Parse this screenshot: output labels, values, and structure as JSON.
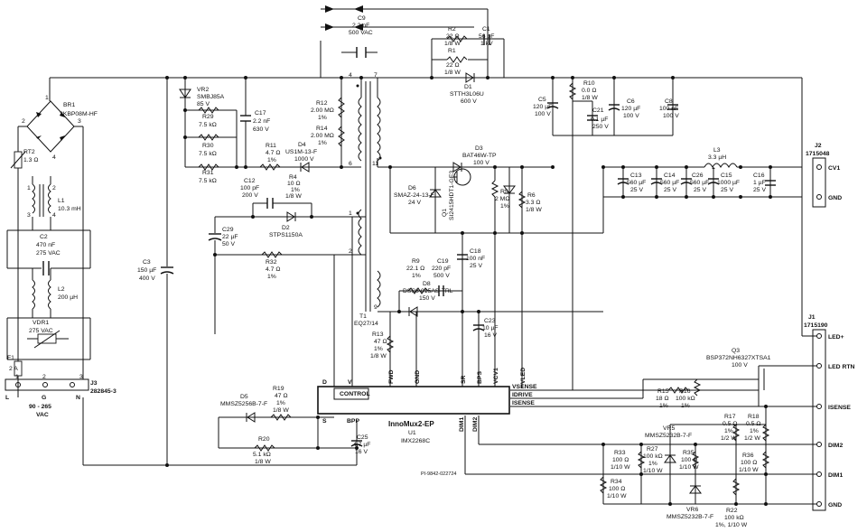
{
  "components": {
    "c9": {
      "ref": "C9",
      "value": "2.2 nF",
      "rating": "500 VAC"
    },
    "r2": {
      "ref": "R2",
      "value": "22 Ω",
      "rating": "1/8 W"
    },
    "c1": {
      "ref": "C1",
      "value": "56 pF",
      "rating": "1 kV"
    },
    "r1": {
      "ref": "R1",
      "value": "22 Ω",
      "rating": "1/8 W"
    },
    "d1": {
      "ref": "D1",
      "part": "STTH3L06U",
      "rating": "600 V"
    },
    "br1": {
      "ref": "BR1",
      "part": "2KBP08M-HF"
    },
    "vr2": {
      "ref": "VR2",
      "part": "SMBJ85A",
      "rating": "85 V"
    },
    "r29": {
      "ref": "R29",
      "value": "7.5 kΩ"
    },
    "r30": {
      "ref": "R30",
      "value": "7.5 kΩ"
    },
    "r31": {
      "ref": "R31",
      "value": "7.5 kΩ"
    },
    "c17": {
      "ref": "C17",
      "value": "2.2 nF",
      "rating": "630 V"
    },
    "r12": {
      "ref": "R12",
      "value": "2.00 MΩ",
      "tol": "1%"
    },
    "r14": {
      "ref": "R14",
      "value": "2.00 MΩ",
      "tol": "1%"
    },
    "r11": {
      "ref": "R11",
      "value": "4.7 Ω",
      "tol": "1%"
    },
    "d4": {
      "ref": "D4",
      "part": "US1M-13-F",
      "rating": "1000 V"
    },
    "r4": {
      "ref": "R4",
      "value": "10 Ω",
      "tol": "1%",
      "rating": "1/8 W"
    },
    "c12": {
      "ref": "C12",
      "value": "100 pF",
      "rating": "200 V"
    },
    "d2": {
      "ref": "D2",
      "part": "STPS1150A"
    },
    "c29": {
      "ref": "C29",
      "value": "22 µF",
      "rating": "50 V"
    },
    "r32": {
      "ref": "R32",
      "value": "4.7 Ω",
      "tol": "1%"
    },
    "rt2": {
      "ref": "RT2",
      "value": "1.3 Ω"
    },
    "l1": {
      "ref": "L1",
      "value": "10.3 mH"
    },
    "c2": {
      "ref": "C2",
      "value": "470 nF",
      "rating": "275 VAC"
    },
    "l2": {
      "ref": "L2",
      "value": "200 µH"
    },
    "vdr1": {
      "ref": "VDR1",
      "rating": "275 VAC"
    },
    "f1": {
      "ref": "F1",
      "value": "2 A"
    },
    "j3": {
      "ref": "J3",
      "part": "282845-3",
      "pins": [
        "L",
        "G",
        "N"
      ],
      "nums": [
        "1",
        "2",
        "3"
      ],
      "range": "90 - 265",
      "unit": "VAC"
    },
    "c3": {
      "ref": "C3",
      "value": "150 µF",
      "rating": "400 V"
    },
    "t1": {
      "ref": "T1",
      "part": "EQ27/14",
      "pins": [
        "4",
        "7",
        "6",
        "11",
        "1",
        "2",
        "9"
      ]
    },
    "d3": {
      "ref": "D3",
      "part": "BAT46W-TP",
      "rating": "100 V"
    },
    "d6": {
      "ref": "D6",
      "part": "SMAZ-24-13-F",
      "rating": "24 V"
    },
    "q1": {
      "ref": "Q1",
      "part": "SI2415HDT1-GE3"
    },
    "r5": {
      "ref": "R5",
      "value": "2 MΩ",
      "tol": "1%"
    },
    "r6": {
      "ref": "R6",
      "value": "3.3 Ω",
      "rating": "1/8 W"
    },
    "r10": {
      "ref": "R10",
      "value": "0.0 Ω",
      "rating": "1/8 W"
    },
    "c5": {
      "ref": "C5",
      "value": "120 µF",
      "rating": "100 V"
    },
    "c21": {
      "ref": "C21",
      "value": "0.1 µF",
      "rating": "250 V"
    },
    "c6": {
      "ref": "C6",
      "value": "120 µF",
      "rating": "100 V"
    },
    "c8": {
      "ref": "C8",
      "value": "100 nF",
      "rating": "100 V"
    },
    "l3": {
      "ref": "L3",
      "value": "3.3 µH"
    },
    "c13": {
      "ref": "C13",
      "value": "560 µF",
      "rating": "25 V"
    },
    "c14": {
      "ref": "C14",
      "value": "560 µF",
      "rating": "25 V"
    },
    "c26": {
      "ref": "C26",
      "value": "560 µF",
      "rating": "25 V"
    },
    "c15": {
      "ref": "C15",
      "value": "1000 µF",
      "rating": "25 V"
    },
    "c16": {
      "ref": "C16",
      "value": "1 µF",
      "rating": "25 V"
    },
    "j2": {
      "ref": "J2",
      "part": "1715048",
      "pins": [
        "CV1",
        "GND"
      ]
    },
    "r9": {
      "ref": "R9",
      "value": "22.1 Ω",
      "tol": "1%"
    },
    "c19": {
      "ref": "C19",
      "value": "220 pF",
      "rating": "500 V"
    },
    "c18": {
      "ref": "C18",
      "value": "100 nF",
      "rating": "25 V"
    },
    "d8": {
      "ref": "D8",
      "part": "DSS6-015AS-TRL",
      "rating": "150 V"
    },
    "r13": {
      "ref": "R13",
      "value": "47 Ω",
      "tol": "1%",
      "rating": "1/8 W"
    },
    "c23": {
      "ref": "C23",
      "value": "10 µF",
      "rating": "16 V"
    },
    "u1": {
      "ref": "U1",
      "name": "InnoMux2-EP",
      "part": "IMX2268C",
      "control": "CONTROL",
      "pins": [
        "D",
        "S",
        "V",
        "FWD",
        "GND",
        "SR",
        "BPS",
        "VCV1",
        "VLED",
        "VSENSE",
        "IDRIVE",
        "ISENSE",
        "DIM1",
        "DIM2",
        "BPP"
      ]
    },
    "d5": {
      "ref": "D5",
      "part": "MMSZ5256B-7-F"
    },
    "r19": {
      "ref": "R19",
      "value": "47 Ω",
      "tol": "1%",
      "rating": "1/8 W"
    },
    "r20": {
      "ref": "R20",
      "value": "5.1 kΩ",
      "rating": "1/8 W"
    },
    "c25": {
      "ref": "C25",
      "value": "4.7 µF",
      "rating": "16 V"
    },
    "j1": {
      "ref": "J1",
      "part": "1715190",
      "pins": [
        "LED+",
        "LED RTN",
        "ISENSE",
        "DIM2",
        "DIM1",
        "GND"
      ]
    },
    "q3": {
      "ref": "Q3",
      "part": "BSP372NH6327XTSA1",
      "rating": "100 V"
    },
    "r15": {
      "ref": "R15",
      "value": "18 Ω",
      "tol": "1%"
    },
    "r16": {
      "ref": "R16",
      "value": "100 kΩ",
      "tol": "1%"
    },
    "r17": {
      "ref": "R17",
      "value": "0.5 Ω",
      "tol": "1%",
      "rating": "1/2 W"
    },
    "r18": {
      "ref": "R18",
      "value": "0.5 Ω",
      "tol": "1%",
      "rating": "1/2 W"
    },
    "vr5": {
      "ref": "VR5",
      "part": "MMSZ5232B-7-F"
    },
    "r33": {
      "ref": "R33",
      "value": "100 Ω",
      "rating": "1/10 W"
    },
    "r27": {
      "ref": "R27",
      "value": "100 kΩ",
      "tol": "1%",
      "rating": "1/10 W"
    },
    "r35": {
      "ref": "R35",
      "value": "100 Ω",
      "rating": "1/10 W"
    },
    "r36": {
      "ref": "R36",
      "value": "100 Ω",
      "rating": "1/10 W"
    },
    "r34": {
      "ref": "R34",
      "value": "100 Ω",
      "rating": "1/10 W"
    },
    "vr6": {
      "ref": "VR6",
      "part": "MMSZ5232B-7-F"
    },
    "r22": {
      "ref": "R22",
      "value": "100 kΩ",
      "rating": "1%, 1/10 W"
    }
  },
  "pin_numbers": {
    "br": [
      "1",
      "2",
      "3",
      "4"
    ],
    "l1": [
      "1",
      "2",
      "3",
      "4"
    ],
    "t1": [
      "4",
      "7",
      "6",
      "11",
      "1",
      "2",
      "9"
    ]
  },
  "drawing_number": "PI-9842-022724",
  "colors": {
    "ink": "#111111",
    "background": "#ffffff"
  }
}
